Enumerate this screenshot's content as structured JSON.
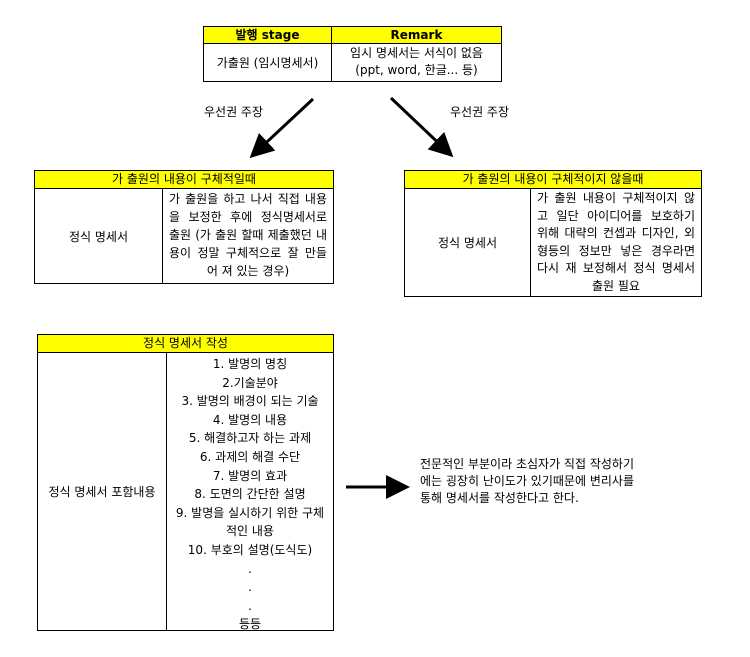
{
  "top_table": {
    "col1_header": "발행 stage",
    "col2_header": "Remark",
    "stage": "가출원 (임시명세서)",
    "remark_line1": "임시 명세서는 서식이 없음",
    "remark_line2": "(ppt, word, 한글... 등)"
  },
  "arrows": {
    "left_label": "우선권 주장",
    "right_label": "우선권 주장"
  },
  "left_case": {
    "header": "가 출원의 내용이 구체적일때",
    "label": "정식 명세서",
    "description": "가 출원을 하고 나서 직접 내용을 보정한 후에 정식명세서로 출원 (가 출원 할때 제출했던 내용이 정말 구체적으로 잘 만들어 져 있는 경우)"
  },
  "right_case": {
    "header": "가 출원의 내용이 구체적이지 않을때",
    "label": "정식 명세서",
    "description": "가 출원 내용이 구체적이지 않고 일단 아이디어를 보호하기 위해 대략의 컨셉과 디자인, 외형등의 정보만 넣은 경우라면 다시 재 보정해서 정식 명세서 출원 필요"
  },
  "spec_table": {
    "header": "정식 명세서 작성",
    "label": "정식 명세서 포함내용",
    "items": [
      "1. 발명의 명칭",
      "2.기술분야",
      "3. 발명의 배경이 되는 기술",
      "4. 발명의 내용",
      "5. 해결하고자 하는 과제",
      "6. 과제의 해결 수단",
      "7. 발명의 효과",
      "8. 도면의 간단한 설명",
      "9. 발명을 실시하기 위한 구체",
      "적인 내용",
      "10. 부호의 설명(도식도)",
      ".",
      ".",
      ".",
      "등등"
    ]
  },
  "note": {
    "line1": "전문적인 부분이라 초심자가 직접 작성하기",
    "line2": "에는 굉장히 난이도가 있기때문에 변리사를",
    "line3": "통해 명세서를 작성한다고 한다."
  }
}
